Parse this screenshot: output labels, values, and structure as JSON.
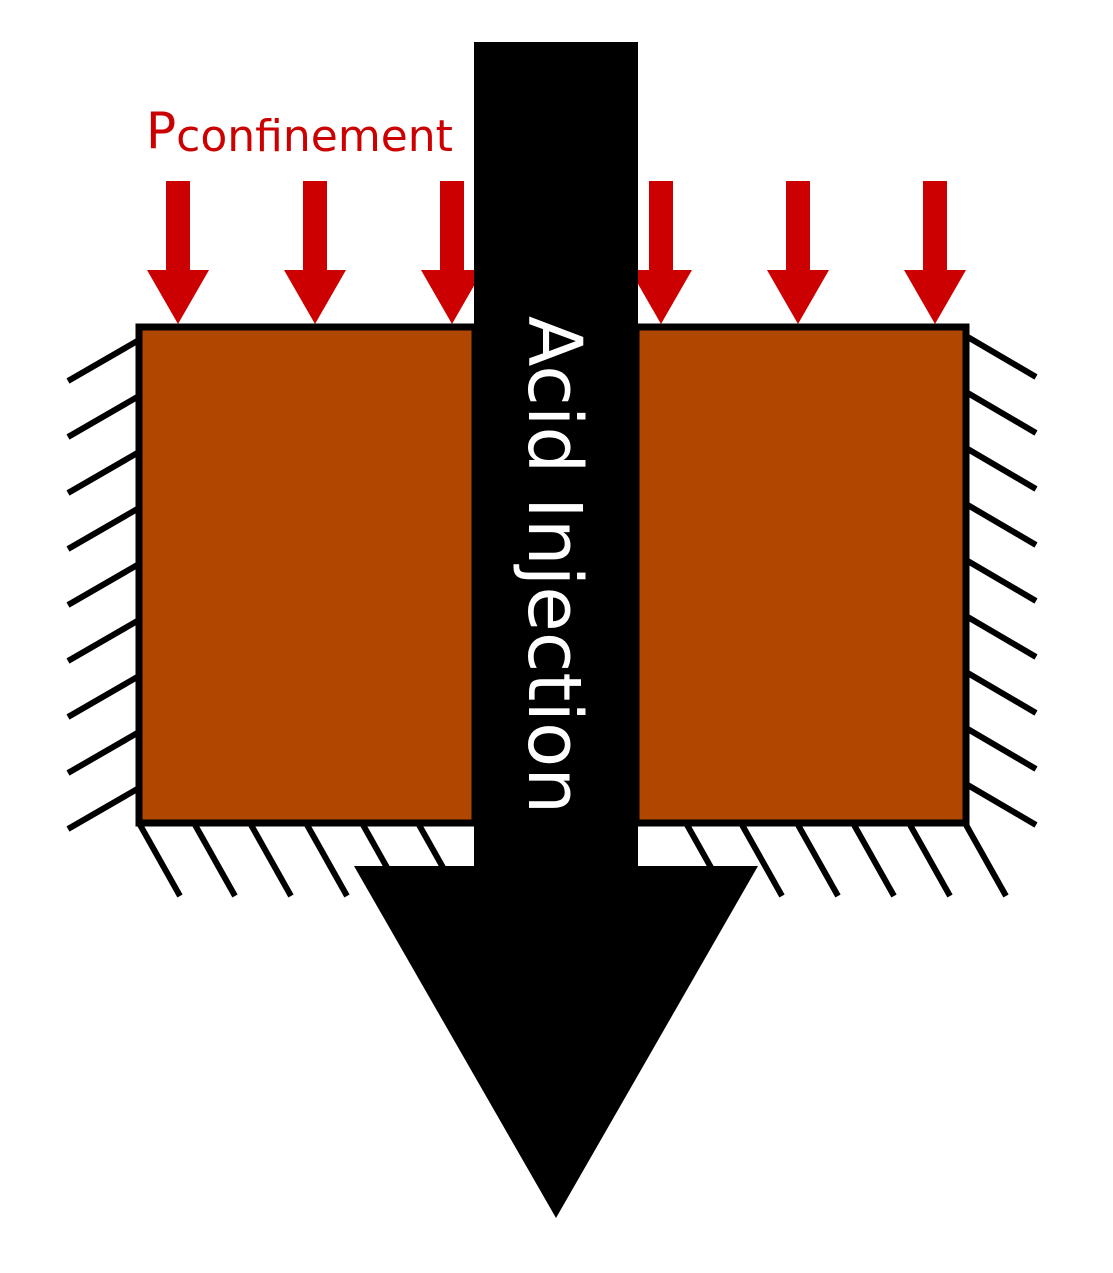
{
  "labels": {
    "pressure_symbol": "P",
    "pressure_subscript": "confinement",
    "injection": "Acid Injection"
  },
  "colors": {
    "rock": "#b04700",
    "pressure": "#cc0000",
    "injection": "#000000",
    "injection_text": "#ffffff",
    "outline": "#000000"
  },
  "icons": {
    "confinement_arrows": "arrow-down-icon",
    "fixed_supports": "hatch-support-icon"
  }
}
